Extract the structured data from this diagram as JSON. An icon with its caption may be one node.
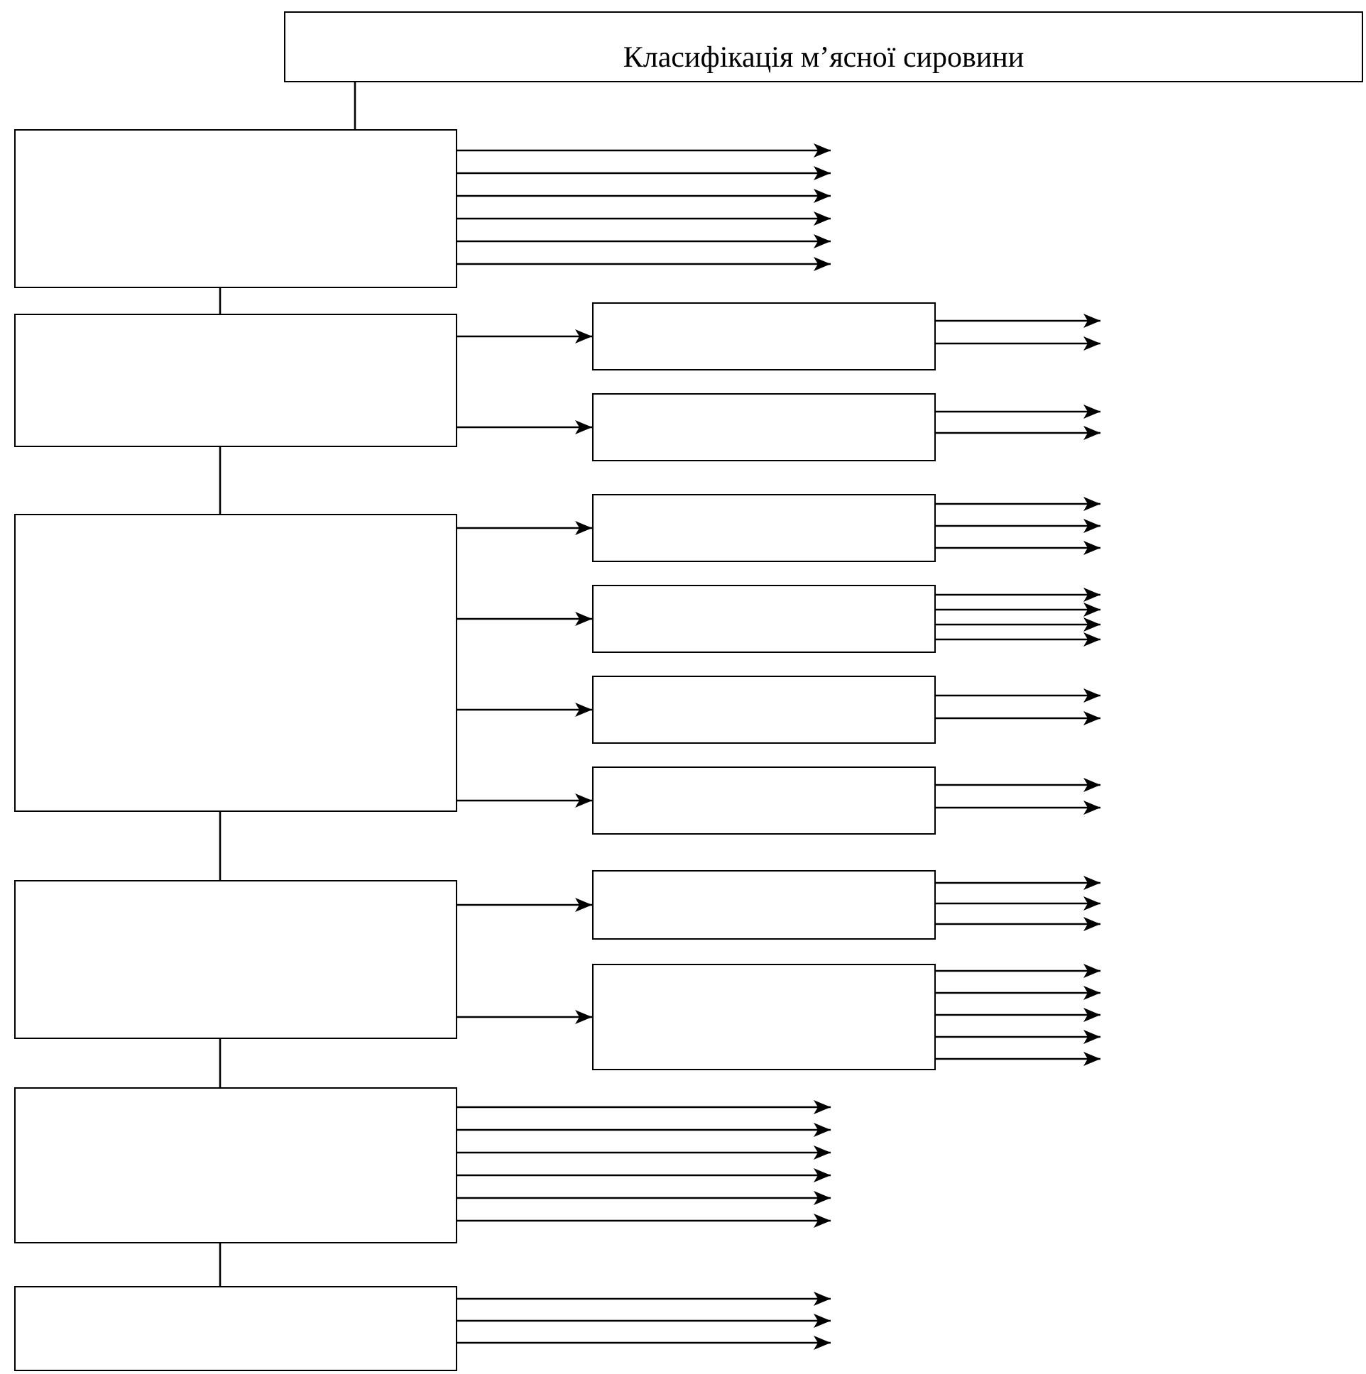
{
  "diagram": {
    "nodes": [
      {
        "text": [
          "Класифікація м’ясної сировини"
        ]
      },
      {
        "text": [],
        "shape": "box"
      },
      {
        "text": [],
        "shape": "box"
      },
      {
        "text": [],
        "shape": "box"
      },
      {
        "text": [],
        "shape": "box"
      },
      {
        "text": [],
        "shape": "box"
      },
      {
        "text": [],
        "shape": "box"
      },
      {
        "text": [],
        "shape": "box"
      },
      {
        "text": [],
        "shape": "box"
      },
      {
        "text": [],
        "shape": "box"
      },
      {
        "text": [],
        "shape": "box"
      },
      {
        "text": [],
        "shape": "box"
      },
      {
        "text": [],
        "shape": "box"
      },
      {
        "text": [],
        "shape": "box"
      },
      {
        "text": [],
        "shape": "box"
      }
    ],
    "edges": [
      {
        "from": 0,
        "to": 1,
        "arrow": "none"
      },
      {
        "from": 1,
        "to": 2,
        "arrow": "none"
      },
      {
        "from": 2,
        "to": 3,
        "arrow": "none"
      },
      {
        "from": 3,
        "to": 4,
        "arrow": "none"
      },
      {
        "from": 4,
        "to": 5,
        "arrow": "none"
      },
      {
        "from": 5,
        "to": 6,
        "arrow": "none"
      },
      {
        "from": 2,
        "to": 7,
        "arrow": "to"
      },
      {
        "from": 2,
        "to": 8,
        "arrow": "to"
      },
      {
        "from": 3,
        "to": 9,
        "arrow": "to"
      },
      {
        "from": 3,
        "to": 10,
        "arrow": "to"
      },
      {
        "from": 3,
        "to": 11,
        "arrow": "to"
      },
      {
        "from": 3,
        "to": 12,
        "arrow": "to"
      },
      {
        "from": 4,
        "to": 13,
        "arrow": "to"
      },
      {
        "from": 4,
        "to": 14,
        "arrow": "to"
      },
      {
        "from": 1,
        "to": null,
        "arrow": "to"
      },
      {
        "from": 1,
        "to": null,
        "arrow": "to"
      },
      {
        "from": 1,
        "to": null,
        "arrow": "to"
      },
      {
        "from": 1,
        "to": null,
        "arrow": "to"
      },
      {
        "from": 1,
        "to": null,
        "arrow": "to"
      },
      {
        "from": 1,
        "to": null,
        "arrow": "to"
      },
      {
        "from": 7,
        "to": null,
        "arrow": "to"
      },
      {
        "from": 7,
        "to": null,
        "arrow": "to"
      },
      {
        "from": 8,
        "to": null,
        "arrow": "to"
      },
      {
        "from": 8,
        "to": null,
        "arrow": "to"
      },
      {
        "from": 9,
        "to": null,
        "arrow": "to"
      },
      {
        "from": 9,
        "to": null,
        "arrow": "to"
      },
      {
        "from": 9,
        "to": null,
        "arrow": "to"
      },
      {
        "from": 10,
        "to": null,
        "arrow": "to"
      },
      {
        "from": 10,
        "to": null,
        "arrow": "to"
      },
      {
        "from": 10,
        "to": null,
        "arrow": "to"
      },
      {
        "from": 10,
        "to": null,
        "arrow": "to"
      },
      {
        "from": 11,
        "to": null,
        "arrow": "to"
      },
      {
        "from": 11,
        "to": null,
        "arrow": "to"
      },
      {
        "from": 12,
        "to": null,
        "arrow": "to"
      },
      {
        "from": 12,
        "to": null,
        "arrow": "to"
      },
      {
        "from": 13,
        "to": null,
        "arrow": "to"
      },
      {
        "from": 13,
        "to": null,
        "arrow": "to"
      },
      {
        "from": 13,
        "to": null,
        "arrow": "to"
      },
      {
        "from": 14,
        "to": null,
        "arrow": "to"
      },
      {
        "from": 14,
        "to": null,
        "arrow": "to"
      },
      {
        "from": 14,
        "to": null,
        "arrow": "to"
      },
      {
        "from": 14,
        "to": null,
        "arrow": "to"
      },
      {
        "from": 14,
        "to": null,
        "arrow": "to"
      },
      {
        "from": 5,
        "to": null,
        "arrow": "to"
      },
      {
        "from": 5,
        "to": null,
        "arrow": "to"
      },
      {
        "from": 5,
        "to": null,
        "arrow": "to"
      },
      {
        "from": 5,
        "to": null,
        "arrow": "to"
      },
      {
        "from": 5,
        "to": null,
        "arrow": "to"
      },
      {
        "from": 5,
        "to": null,
        "arrow": "to"
      },
      {
        "from": 6,
        "to": null,
        "arrow": "to"
      },
      {
        "from": 6,
        "to": null,
        "arrow": "to"
      },
      {
        "from": 6,
        "to": null,
        "arrow": "to"
      }
    ]
  }
}
